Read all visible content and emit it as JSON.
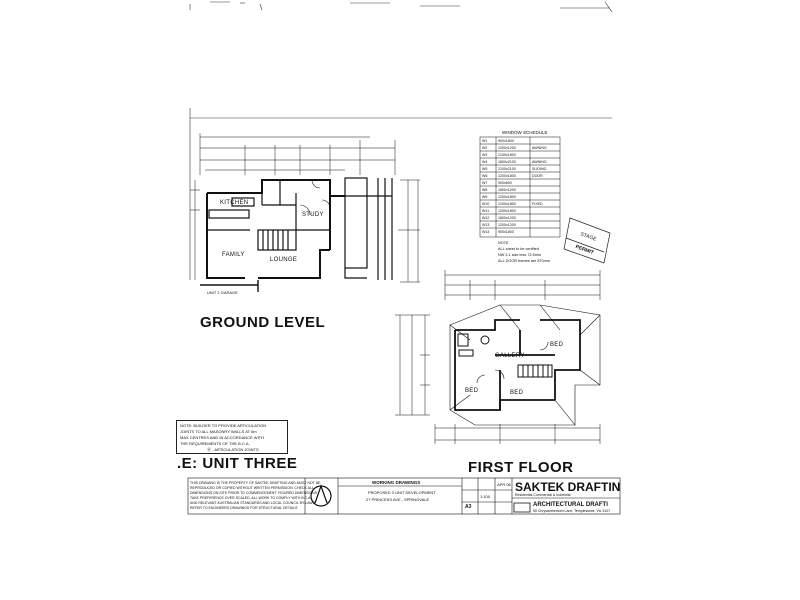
{
  "labels": {
    "ground_level": "GROUND LEVEL",
    "first_floor": "FIRST FLOOR",
    "unit_three": ".E: UNIT THREE",
    "kitchen": "KITCHEN",
    "family": "FAMILY",
    "lounge": "LOUNGE",
    "study": "STUDY",
    "gallery": "GALLERY",
    "bed_1": "BED",
    "bed_2": "BED",
    "bed_3": "BED",
    "garage": "UNIT 2 GARAGE"
  },
  "schedule": {
    "title": "WINDOW SCHEDULE",
    "rows": [
      {
        "id": "W1",
        "size": "900x1800",
        "note": ""
      },
      {
        "id": "W2",
        "size": "1200x1200",
        "note": "AWNING"
      },
      {
        "id": "W3",
        "size": "2100x1800",
        "note": ""
      },
      {
        "id": "W4",
        "size": "1800x2100",
        "note": "AWNING"
      },
      {
        "id": "W5",
        "size": "2100x2100",
        "note": "SLIDING DOOR"
      },
      {
        "id": "W6",
        "size": "1200x1800",
        "note": ""
      },
      {
        "id": "W7",
        "size": "900x600",
        "note": ""
      },
      {
        "id": "W8",
        "size": "1800x1200",
        "note": ""
      },
      {
        "id": "W9",
        "size": "1200x1800",
        "note": ""
      },
      {
        "id": "W10",
        "size": "2100x1800",
        "note": "FIXED"
      },
      {
        "id": "W11",
        "size": "1200x1800",
        "note": ""
      },
      {
        "id": "W12",
        "size": "1800x1200",
        "note": ""
      },
      {
        "id": "W13",
        "size": "1200x1200",
        "note": ""
      },
      {
        "id": "W14",
        "size": "900x1800",
        "note": ""
      }
    ],
    "notes": [
      "NOTE",
      "ALL sheet to be certified",
      "NW 2.1 size less 72.5mm",
      "ALL DOOR frames are 870mm"
    ]
  },
  "builder_note": {
    "lines": [
      "NOTE: BUILDER TO PROVIDE ARTICULATION",
      "JOINTS TO ALL MASONRY WALLS AT 6m",
      "MAX CENTRES AND IN ACCORDANCE WITH",
      "THE REQUIREMENTS OF THE B.C.A."
    ],
    "legend": "Ⓐ - ARTICULATION JOINTS"
  },
  "title_block": {
    "drawing_type": "WORKING DRAWINGS",
    "project": "PROPOSED 3 UNIT DEVELOPMENT",
    "address": "27 PRINCESS AVE., SPRINGVALE",
    "firm": "SAKTEK DRAFTIN",
    "firm_sub": "ARCHITECTURAL DRAFTI",
    "firm_tag": "Residential Commercial & Industrial",
    "firm_addr": "55 Chrysanthemum Lane, Templestowe, Vic 3107",
    "sheet_size": "A3",
    "scale": "1:100",
    "revision": "APR 06"
  },
  "stamp": {
    "line1": "STAGE",
    "line2": "PERMIT"
  }
}
